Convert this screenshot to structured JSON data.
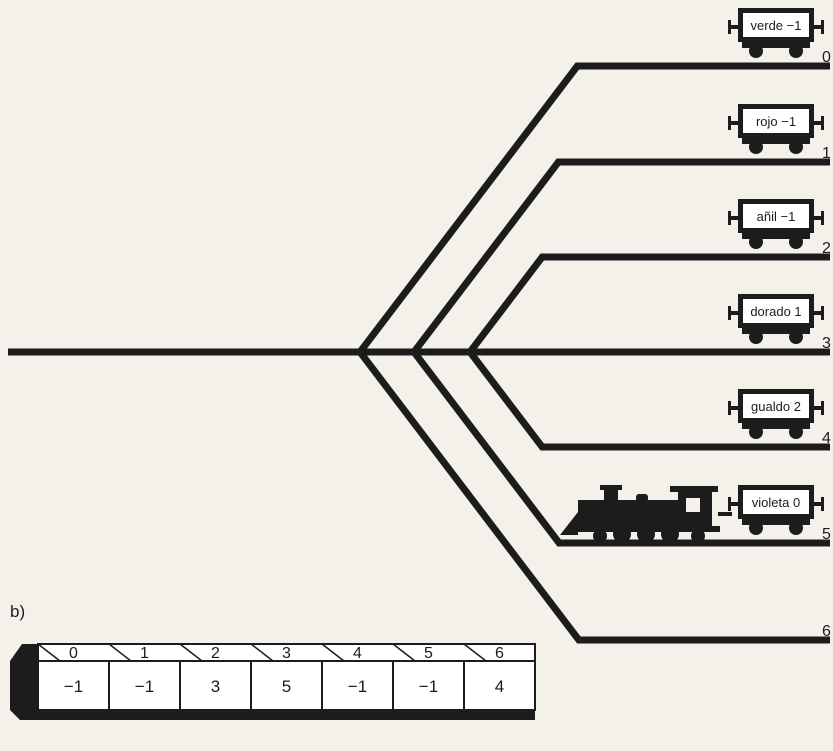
{
  "section_b_label": "b)",
  "tracks": [
    {
      "number": "0",
      "wagon": "verde −1"
    },
    {
      "number": "1",
      "wagon": "rojo −1"
    },
    {
      "number": "2",
      "wagon": "añil −1"
    },
    {
      "number": "3",
      "wagon": "dorado 1"
    },
    {
      "number": "4",
      "wagon": "gualdo 2"
    },
    {
      "number": "5",
      "wagon": "violeta 0"
    },
    {
      "number": "6",
      "wagon": ""
    }
  ],
  "locomotive_track": "5",
  "array_cells": [
    {
      "index": "0",
      "value": "−1"
    },
    {
      "index": "1",
      "value": "−1"
    },
    {
      "index": "2",
      "value": "3"
    },
    {
      "index": "3",
      "value": "5"
    },
    {
      "index": "4",
      "value": "−1"
    },
    {
      "index": "5",
      "value": "−1"
    },
    {
      "index": "6",
      "value": "4"
    }
  ],
  "colors": {
    "ink": "#1c1c1c",
    "paper": "#f4f1ea",
    "wagon_fill": "#ffffff"
  }
}
